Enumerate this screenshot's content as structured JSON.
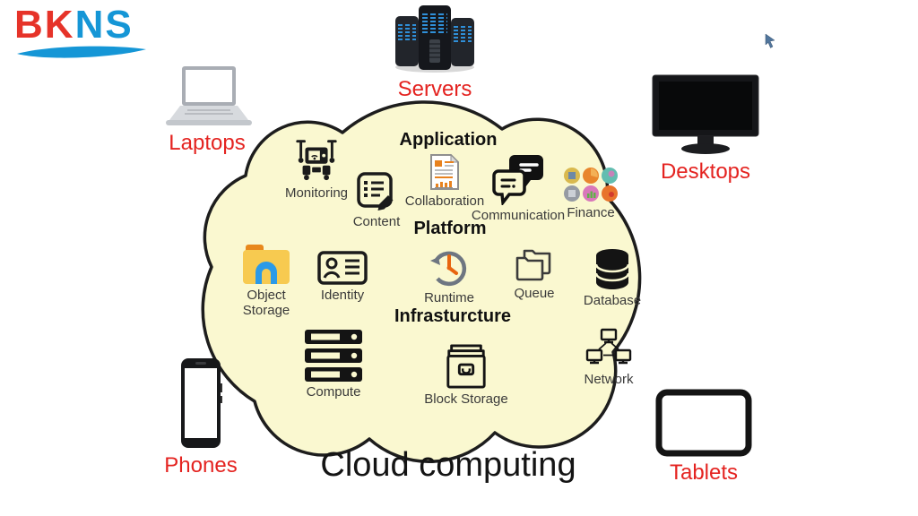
{
  "title": "Cloud computing",
  "logo": {
    "bk": "BK",
    "ns": "NS"
  },
  "colors": {
    "device_label_red": "#e42320",
    "logo_red": "#e63329",
    "logo_blue": "#1596d6",
    "cloud_fill": "#faf8d0",
    "cloud_stroke": "#1d1d1d",
    "accent_orange": "#e8821e",
    "runtime_gray": "#6e7681"
  },
  "devices": {
    "laptops": "Laptops",
    "servers": "Servers",
    "desktops": "Desktops",
    "phones": "Phones",
    "tablets": "Tablets"
  },
  "cloud": {
    "headers": {
      "application": "Application",
      "platform": "Platform",
      "infrastructure": "Infrasturcture"
    },
    "items": {
      "monitoring": "Monitoring",
      "content": "Content",
      "collaboration": "Collaboration",
      "communication": "Communication",
      "finance": "Finance",
      "object_storage": "Object Storage",
      "identity": "Identity",
      "runtime": "Runtime",
      "queue": "Queue",
      "database": "Database",
      "compute": "Compute",
      "block_storage": "Block Storage",
      "network": "Network"
    }
  },
  "icons": {
    "monitoring": "iot-gateway-icon",
    "content": "content-list-pencil-icon",
    "collaboration": "document-report-icon",
    "communication": "chat-bubbles-icon",
    "finance": "finance-apps-icon",
    "object_storage": "folder-arch-icon",
    "identity": "id-card-icon",
    "runtime": "clock-history-icon",
    "queue": "folders-icon",
    "database": "database-cylinder-icon",
    "compute": "server-stack-icon",
    "block_storage": "storage-drawer-icon",
    "network": "connected-computers-icon",
    "laptops": "laptop-icon",
    "servers": "server-towers-icon",
    "desktops": "monitor-icon",
    "phones": "smartphone-icon",
    "tablets": "tablet-icon",
    "cursor": "mouse-cursor-icon"
  }
}
